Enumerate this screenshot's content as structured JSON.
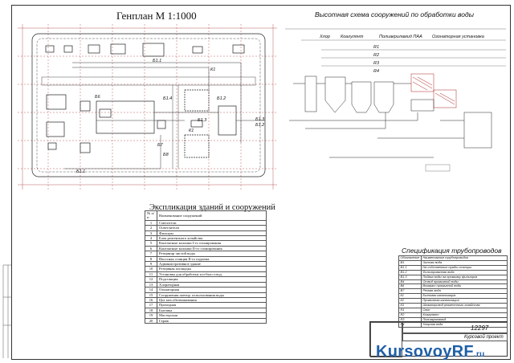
{
  "genplan": {
    "title": "Генплан М 1:1000",
    "labels": [
      "Б1.1",
      "К1",
      "Б1.2",
      "Б1.3",
      "Б1.4",
      "Б1.1",
      "Б6",
      "Б7",
      "К1",
      "Б8",
      "Б1.3",
      "Б1.2"
    ]
  },
  "scheme": {
    "title": "Высотная схема сооружений по обработки воды",
    "chemicals": [
      "Хлор",
      "Коагулянт",
      "Полиакриламид ПАА",
      "Озонаторная установка"
    ],
    "lines": [
      "R1",
      "R2",
      "R3",
      "R4"
    ]
  },
  "explication": {
    "title": "Экспликация зданий и сооружений",
    "header": [
      "№ п/п",
      "Наименование сооружений"
    ],
    "rows": [
      [
        "1",
        "Смесители"
      ],
      [
        "2",
        "Осветлители"
      ],
      [
        "3",
        "Фильтры"
      ],
      [
        "4",
        "Блок реагентного хозяйства"
      ],
      [
        "5",
        "Контактные колонки I-го озонирования"
      ],
      [
        "6",
        "Контактные колонки II-го озонирования"
      ],
      [
        "7",
        "Резервуар чистой воды"
      ],
      [
        "8",
        "Насосная станция II-го подъема"
      ],
      [
        "9",
        "Административное здание"
      ],
      [
        "10",
        "Резервная площадка"
      ],
      [
        "11",
        "Установка для обработки хоз-быт.ст.вод"
      ],
      [
        "12",
        "Подстанция"
      ],
      [
        "13",
        "Хлораторная"
      ],
      [
        "14",
        "Озонаторная"
      ],
      [
        "15",
        "Сооружения повтор. использования воды"
      ],
      [
        "16",
        "Цех мех.обезвоживания"
      ],
      [
        "17",
        "Проходная"
      ],
      [
        "18",
        "Бытовка"
      ],
      [
        "19",
        "Мастерская"
      ],
      [
        "20",
        "Гараж"
      ]
    ]
  },
  "spec": {
    "title": "Спецификация трубопроводов",
    "header": [
      "Обозначение",
      "Наименование трубопроводов"
    ],
    "rows": [
      [
        "В1",
        "Чистая вода"
      ],
      [
        "В1.1",
        "На собственные нужды станции"
      ],
      [
        "В1.2",
        "Фильтрованная вода"
      ],
      [
        "В1.3",
        "Подача воды на промывку фильтров"
      ],
      [
        "В4",
        "Отвод промывной воды"
      ],
      [
        "В6",
        "Возврат промывной воды"
      ],
      [
        "В7",
        "Речная вода"
      ],
      [
        "К1",
        "Бытовая канализация"
      ],
      [
        "К2",
        "Промывная канализация"
      ],
      [
        "К3",
        "Шламопровод реагентного хозяйства"
      ],
      [
        "R1",
        "Озон"
      ],
      [
        "R2",
        "Коагулянт"
      ],
      [
        "R3",
        "Полиакриламид"
      ],
      [
        "R4",
        "Хлорная вода"
      ]
    ]
  },
  "stamp": {
    "project_number": "12297",
    "project_name": "Курсовой проект"
  },
  "watermark": {
    "brand": "KursovoyRF",
    "tld": ".ru"
  }
}
